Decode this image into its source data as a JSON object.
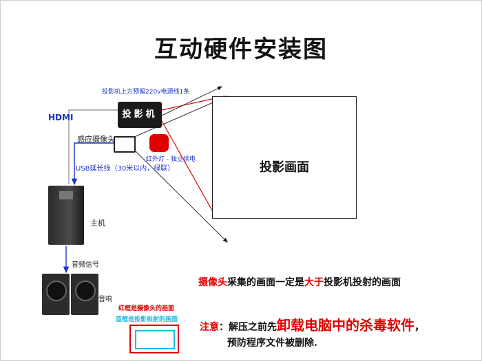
{
  "title": "互动硬件安装图",
  "labels": {
    "projector_power": "投影机上方预留220v电源线1条",
    "hdmi": "HDMI",
    "projector": "投影机",
    "camera": "感应摄像头",
    "ir_light": "红外灯 - 独立供电",
    "usb": "USB延长线（30米以内，绿联）",
    "projection_area": "投影画面",
    "host": "主机",
    "audio_signal": "音频信号",
    "speaker": "音响"
  },
  "legend": {
    "red_frame": "红框是摄像头的画面",
    "blue_frame": "蓝框是投影投射的画面"
  },
  "note1": {
    "part1": "摄像头",
    "part2": "采集的画面一定是",
    "part3": "大于",
    "part4": "投影机投射的画面"
  },
  "note2": {
    "label": "注意",
    "colon": "：",
    "part1": "解压之前先",
    "part2": "卸载电脑中的杀毒软件",
    "part3": "，",
    "line2": "预防程序文件被删除."
  },
  "colors": {
    "red": "#e00000",
    "blue": "#1a34c8",
    "cyan": "#22b7e0"
  }
}
